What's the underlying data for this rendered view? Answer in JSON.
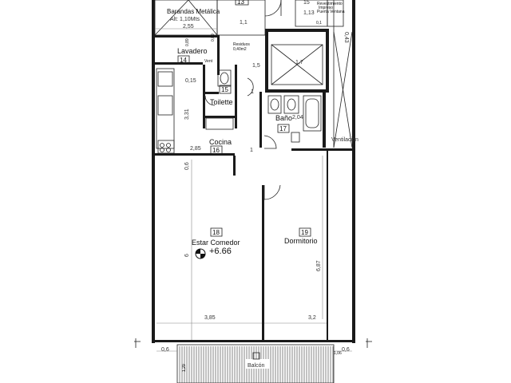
{
  "rooms": {
    "lavadero": {
      "name": "Lavadero",
      "number": "14"
    },
    "toilette": {
      "name": "Toilette",
      "number": "15"
    },
    "cocina": {
      "name": "Cocina",
      "number": "16"
    },
    "bano": {
      "name": "Baño",
      "number": "17"
    },
    "estar": {
      "name": "Estar Comedor",
      "number": "18",
      "level": "+6.66"
    },
    "dormitorio": {
      "name": "Dormitorio",
      "number": "19"
    },
    "balcon": {
      "name": "Balcón"
    },
    "top_left_number": "13",
    "top_right_number": "15"
  },
  "labels": {
    "barandas": "Barandas Metálica",
    "barandas_alt": "Alt: 1,10Mts",
    "residuos": "Residuos",
    "residuos_area": "0,40m2",
    "ventilacion": "Ventilación",
    "vent_small": "Vent",
    "ducto_lines": [
      "Revestimiento",
      "Impreso",
      "Puerta Ventana"
    ]
  },
  "dimensions": {
    "d_2_55": "2,55",
    "d_1_1": "1,1",
    "d_1_13": "1,13",
    "d_0_1": "0,1",
    "d_0_43": "0,43",
    "d_0_89a": "0,89",
    "d_0_89b": "0,89",
    "d_1_5": "1,5",
    "d_1_7": "1,7",
    "d_0_15": "0,15",
    "d_1_a": "1",
    "d_1_b": "1",
    "d_1_c": "1",
    "d_3_31": "3,31",
    "d_2_04": "2,04",
    "d_2_85": "2,85",
    "d_0_6_left": "0,6",
    "d_6": "6",
    "d_6_87": "6,87",
    "d_3_85": "3,85",
    "d_3_2": "3,2",
    "d_0_6_bl": "0,6",
    "d_0_6_br": "0,6",
    "d_1_29": "1,29",
    "d_1_06": "1,06"
  },
  "colors": {
    "wall": "#1a1a1a",
    "line": "#222222"
  }
}
